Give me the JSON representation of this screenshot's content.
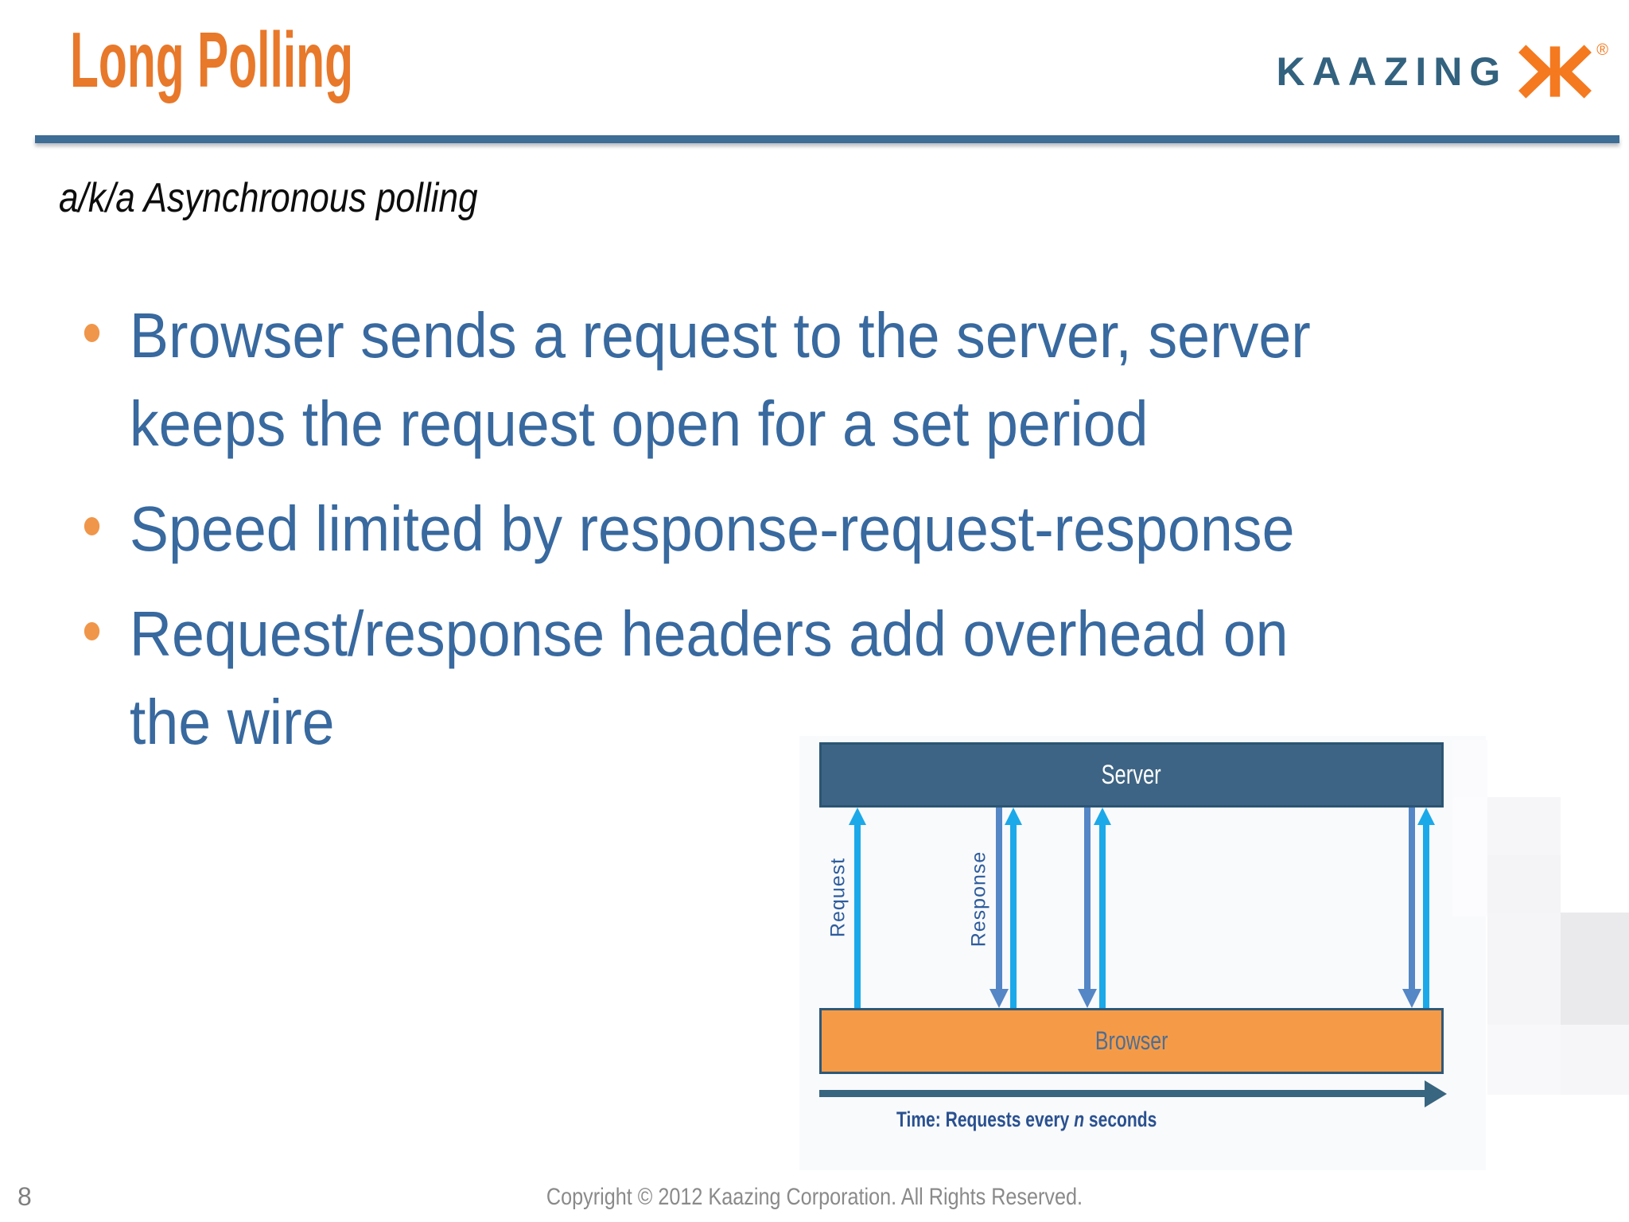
{
  "slide": {
    "title": "Long Polling",
    "subtitle": "a/k/a Asynchronous polling",
    "bullets": [
      "Browser sends a request to the server, server\nkeeps the request open for a set period",
      "Speed limited by response-request-response",
      "Request/response headers add overhead on\nthe wire"
    ],
    "page_number": "8",
    "footer": "Copyright © 2012 Kaazing Corporation. All Rights Reserved."
  },
  "logo": {
    "text": "KAAZING",
    "registered": "®"
  },
  "diagram": {
    "server_label": "Server",
    "browser_label": "Browser",
    "request_label": "Request",
    "response_label": "Response",
    "time_label": {
      "prefix": "Time: Requests every ",
      "variable": "n",
      "suffix": " seconds"
    }
  },
  "colors": {
    "title_orange": "#E8782A",
    "accent_orange": "#F0964A",
    "bullet_blue": "#38699F",
    "rule_blue": "#3E6D95",
    "logo_blue": "#33627F",
    "logo_orange": "#F4791F",
    "server_fill": "#3D6484",
    "server_border": "#2B5573",
    "browser_fill": "#F59B48",
    "browser_border": "#2F5878",
    "arrow_up_blue": "#1CA9E9",
    "arrow_down_blue": "#5586C6",
    "time_arrow_blue": "#38657F",
    "time_text_blue": "#2A5190",
    "footer_gray": "#8A8A8A"
  }
}
